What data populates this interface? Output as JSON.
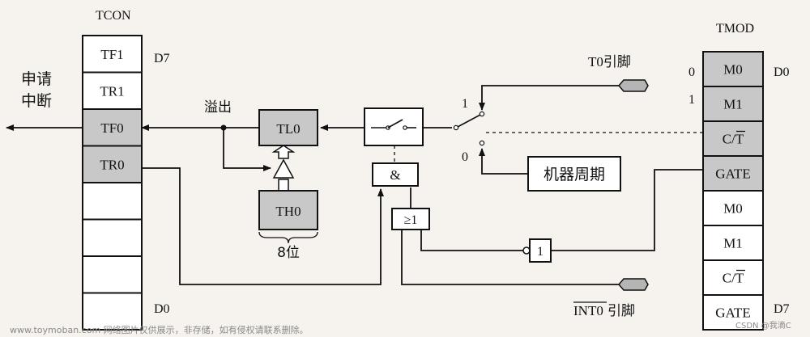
{
  "tcon": {
    "title": "TCON",
    "cells": [
      "TF1",
      "TR1",
      "TF0",
      "TR0",
      "",
      "",
      "",
      ""
    ],
    "shaded": [
      false,
      false,
      true,
      true,
      false,
      false,
      false,
      false
    ],
    "top_bit": "D7",
    "bottom_bit": "D0"
  },
  "tmod": {
    "title": "TMOD",
    "cells": [
      "M0",
      "M1",
      "C/T",
      "GATE",
      "M0",
      "M1",
      "C/T",
      "GATE"
    ],
    "shaded": [
      true,
      true,
      true,
      true,
      false,
      false,
      false,
      false
    ],
    "overline": [
      false,
      false,
      true,
      false,
      false,
      false,
      true,
      false
    ],
    "row_bit_0": "0",
    "row_bit_1": "1",
    "top_bit": "D0",
    "bottom_bit": "D7"
  },
  "labels": {
    "interrupt_request_line1": "申请",
    "interrupt_request_line2": "中断",
    "overflow": "溢出",
    "tl0": "TL0",
    "th0": "TH0",
    "eight_bit": "8位",
    "and_gate": "&",
    "or_gate": "≥1",
    "not_gate": "1",
    "t0_pin": "T0引脚",
    "switch_1": "1",
    "switch_0": "0",
    "machine_cycle": "机器周期",
    "int0_pin": "INT0引脚",
    "int0_overlined": "INT0",
    "int0_suffix": "引脚"
  },
  "watermark": {
    "left": "www.toymoban.com 网络图片仅供展示，非存储，如有侵权请联系删除。",
    "right": "CSDN @我滴C"
  },
  "colors": {
    "shaded_cell": "#c8c8c8",
    "line": "#111111",
    "background": "#f6f3ee"
  }
}
